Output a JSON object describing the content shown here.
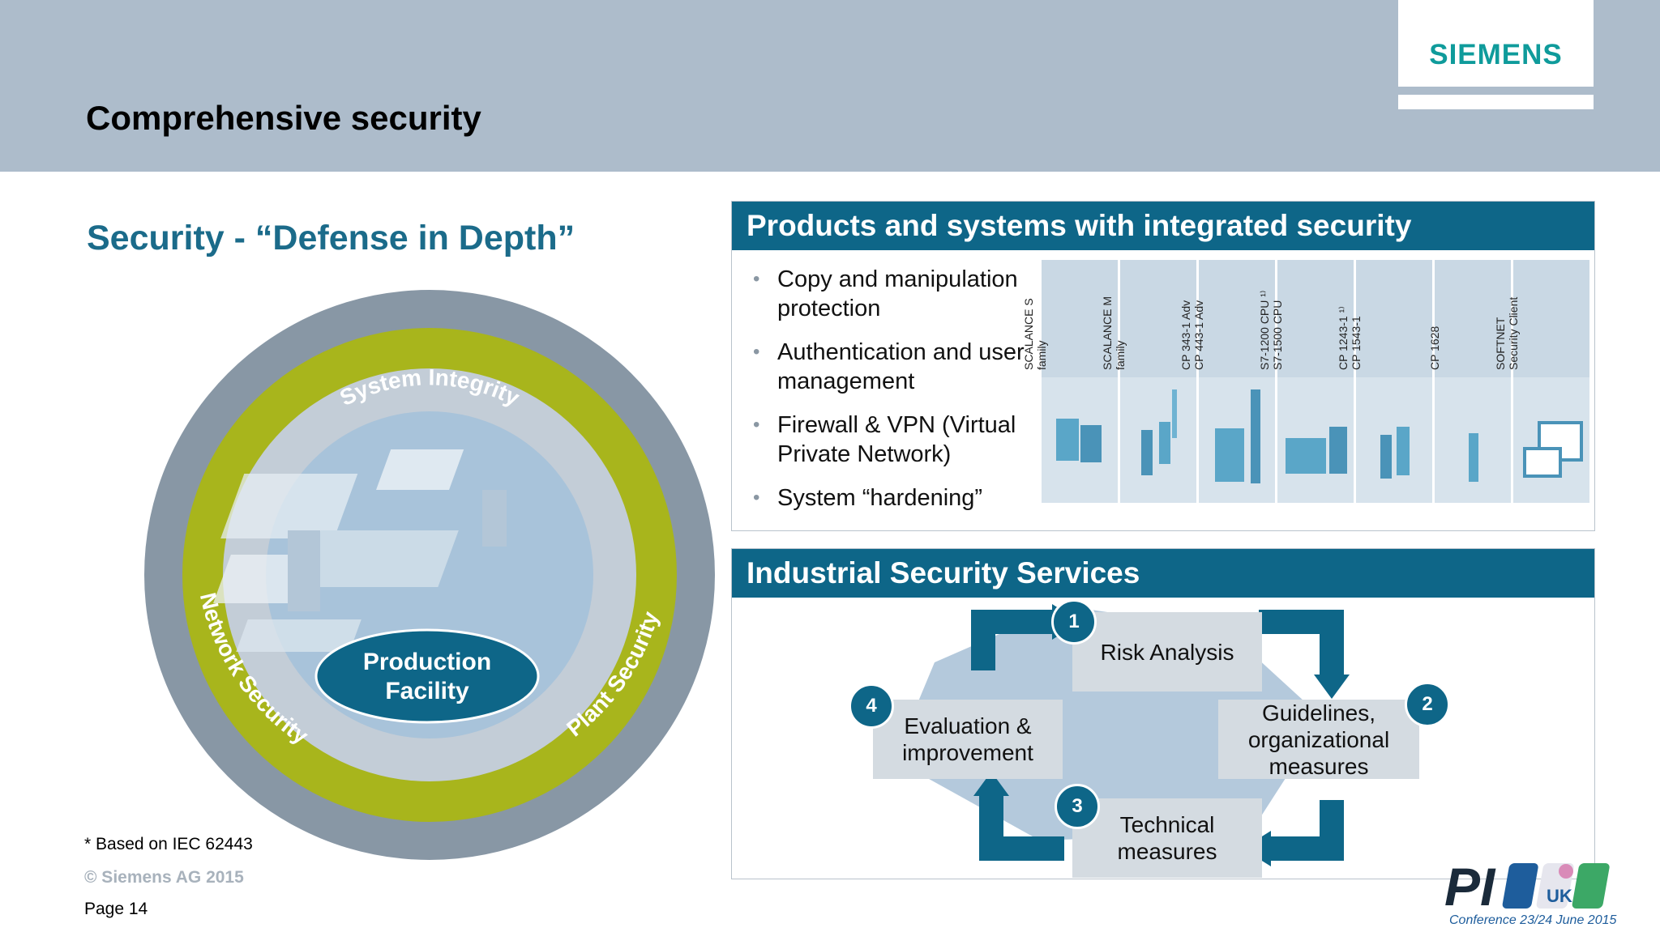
{
  "header": {
    "title": "Comprehensive security",
    "brand": "SIEMENS"
  },
  "left": {
    "heading": "Security - “Defense in Depth”",
    "rings": {
      "outer_labels": [
        "Plant Security",
        "Network Security"
      ],
      "middle_label": "System Integrity",
      "center_label_line1": "Production",
      "center_label_line2": "Facility",
      "colors": {
        "outer": "#8897a5",
        "middle": "#a8b51c",
        "inner": "#c3cdd7",
        "center": "#0e6688"
      }
    },
    "footnote": "* Based on IEC 62443",
    "copyright": "© Siemens AG 2015",
    "page": "Page 14"
  },
  "products_panel": {
    "title": "Products and systems with integrated security",
    "bullets": [
      "Copy and manipulation protection",
      "Authentication and user management",
      "Firewall & VPN (Virtual Private Network)",
      "System “hardening”"
    ],
    "products": [
      {
        "line1": "SCALANCE S",
        "line2": "family"
      },
      {
        "line1": "SCALANCE M",
        "line2": "family"
      },
      {
        "line1": "CP 343-1 Adv",
        "line2": "CP 443-1 Adv"
      },
      {
        "line1": "S7-1200 CPU ¹⁾",
        "line2": "S7-1500 CPU"
      },
      {
        "line1": "CP 1243-1 ¹⁾",
        "line2": "CP 1543-1"
      },
      {
        "line1": "CP 1628",
        "line2": ""
      },
      {
        "line1": "SOFTNET",
        "line2": "Security Client"
      }
    ]
  },
  "services_panel": {
    "title": "Industrial Security Services",
    "steps": [
      {
        "num": "1",
        "label": "Risk Analysis"
      },
      {
        "num": "2",
        "label": "Guidelines, organizational measures"
      },
      {
        "num": "3",
        "label": "Technical measures"
      },
      {
        "num": "4",
        "label": "Evaluation & improvement"
      }
    ]
  },
  "event": {
    "logo_text": "PI",
    "logo_sub": "UK",
    "caption": "Conference 23/24 June 2015"
  }
}
